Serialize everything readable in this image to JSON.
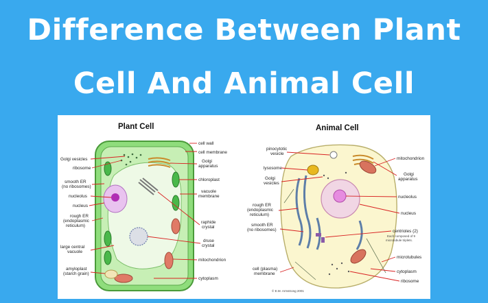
{
  "title": {
    "line1": "Difference Between Plant",
    "line2": "Cell And Animal Cell"
  },
  "plant": {
    "heading": "Plant Cell",
    "labels_left": {
      "golgi_vesicles": "Golgi vesicles",
      "ribosome": "ribosome",
      "smooth_er_1": "smooth ER",
      "smooth_er_2": "(no ribosomes)",
      "nucleolus": "nucleolus",
      "nucleus": "nucleus",
      "rough_er_1": "rough ER",
      "rough_er_2": "(endoplasmic",
      "rough_er_3": "reticulum)",
      "vacuole_1": "large central",
      "vacuole_2": "vacuole",
      "amyloplast_1": "amyloplast",
      "amyloplast_2": "(starch grain)"
    },
    "labels_right": {
      "cell_wall": "cell wall",
      "cell_membrane": "cell membrane",
      "golgi_1": "Golgi",
      "golgi_2": "apparatus",
      "chloroplast": "chloroplast",
      "vacuole_membrane_1": "vacuole",
      "vacuole_membrane_2": "membrane",
      "raphide_1": "raphide",
      "raphide_2": "crystal",
      "druse_1": "druse",
      "druse_2": "crystal",
      "mitochondrion": "mitochondrion",
      "cytoplasm": "cytoplasm"
    }
  },
  "animal": {
    "heading": "Animal Cell",
    "labels_left": {
      "pinocytotic_1": "pinocytotic",
      "pinocytotic_2": "vesicle",
      "lysosome": "lysosome",
      "golgi_vesicles_1": "Golgi",
      "golgi_vesicles_2": "vesicles",
      "rough_er_1": "rough ER",
      "rough_er_2": "(endoplasmic",
      "rough_er_3": "reticulum)",
      "smooth_er_1": "smooth ER",
      "smooth_er_2": "(no ribosomes)",
      "cell_membrane_1": "cell (plasma)",
      "cell_membrane_2": "membrane"
    },
    "labels_right": {
      "mitochondrion": "mitochondrion",
      "golgi_1": "Golgi",
      "golgi_2": "apparatus",
      "nucleolus": "nucleolus",
      "nucleus": "nucleus",
      "centrioles_1": "centrioles (2)",
      "centrioles_2": "Each composed of 9",
      "centrioles_3": "microtubule triplets.",
      "microtubules": "microtubules",
      "cytoplasm": "cytoplasm",
      "ribosome": "ribosome"
    },
    "credit": "© E.M. Armstrong 2001"
  },
  "colors": {
    "background": "#39a9ee",
    "title_text": "#ffffff",
    "label_lines": "#d82020",
    "plant_wall": "#7fd56e",
    "animal_cytoplasm": "#fbf6cf"
  }
}
